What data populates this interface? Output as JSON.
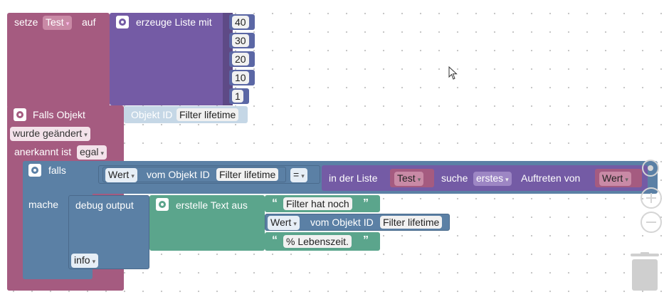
{
  "colors": {
    "variables": "#a55b80",
    "lists": "#745ba5",
    "math": "#5b67a5",
    "logic": "#5b80a5",
    "text": "#5ba58c",
    "trigger": "#a55b80",
    "objectid": "#c5d7e6"
  },
  "set_block": {
    "label": "setze",
    "variable": "Test",
    "to_label": "auf"
  },
  "list_block": {
    "label": "erzeuge Liste mit",
    "values": [
      "40",
      "30",
      "20",
      "10",
      "1"
    ]
  },
  "trigger_block": {
    "label": "Falls Objekt",
    "objectid_label": "Objekt ID",
    "objectid_value": "Filter lifetime",
    "condition": "wurde geändert",
    "ack_label": "anerkannt ist",
    "ack_value": "egal"
  },
  "if_block": {
    "if_label": "falls",
    "do_label": "mache"
  },
  "compare_block": {
    "attribute": "Wert",
    "of_object_label": "vom Objekt ID",
    "object_value": "Filter lifetime",
    "operator": "="
  },
  "indexof_block": {
    "label": "in der Liste",
    "list_var": "Test",
    "find_label": "suche",
    "mode": "erstes",
    "occurrence_label": "Auftreten von",
    "item_var": "Wert"
  },
  "debug_block": {
    "label": "debug output",
    "level": "info"
  },
  "join_block": {
    "label": "erstelle Text aus",
    "text1": "Filter hat noch",
    "attribute": "Wert",
    "of_object_label": "vom Objekt ID",
    "object_value": "Filter lifetime",
    "text3": "% Lebenszeit."
  },
  "icons": {
    "zoom_in": "plus-circle-icon",
    "zoom_out": "minus-circle-icon",
    "trash": "trash-can-icon",
    "cursor": "mouse-pointer-icon"
  }
}
